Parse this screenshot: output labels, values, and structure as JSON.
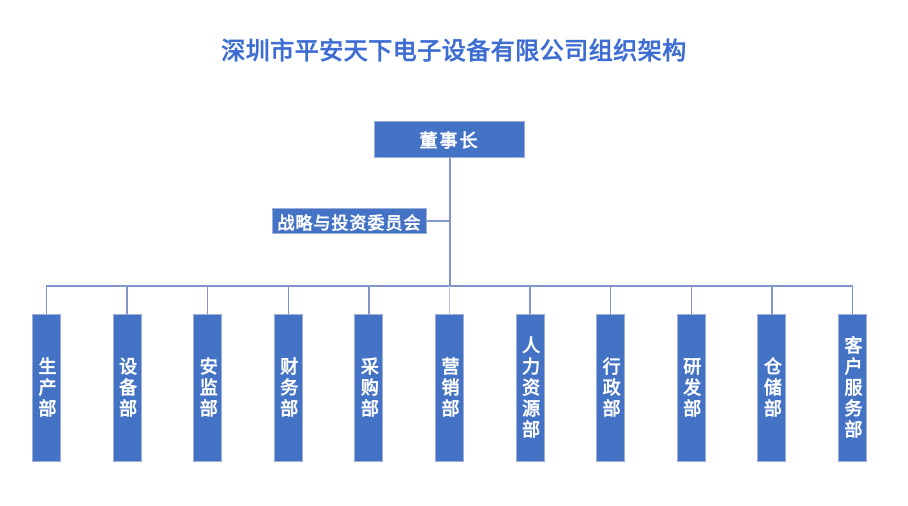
{
  "title": "深圳市平安天下电子设备有限公司组织架构",
  "org_chart": {
    "root": {
      "label": "董事长"
    },
    "committee": {
      "label": "战略与投资委员会"
    },
    "departments": [
      {
        "label": "生产部",
        "light_connector": false
      },
      {
        "label": "设备部",
        "light_connector": false
      },
      {
        "label": "安监部",
        "light_connector": false
      },
      {
        "label": "财务部",
        "light_connector": false
      },
      {
        "label": "采购部",
        "light_connector": false
      },
      {
        "label": "营销部",
        "light_connector": true
      },
      {
        "label": "人力资源部",
        "light_connector": false
      },
      {
        "label": "行政部",
        "light_connector": false
      },
      {
        "label": "研发部",
        "light_connector": false
      },
      {
        "label": "仓储部",
        "light_connector": false
      },
      {
        "label": "客户服务部",
        "light_connector": false
      }
    ]
  },
  "colors": {
    "title_text": "#3d6dd2",
    "node_fill": "#4472c4",
    "node_border": "#9dafd6",
    "node_text": "#ffffff",
    "connector": "#8096c8",
    "connector_light": "#b4c6e7",
    "background": "#ffffff"
  }
}
